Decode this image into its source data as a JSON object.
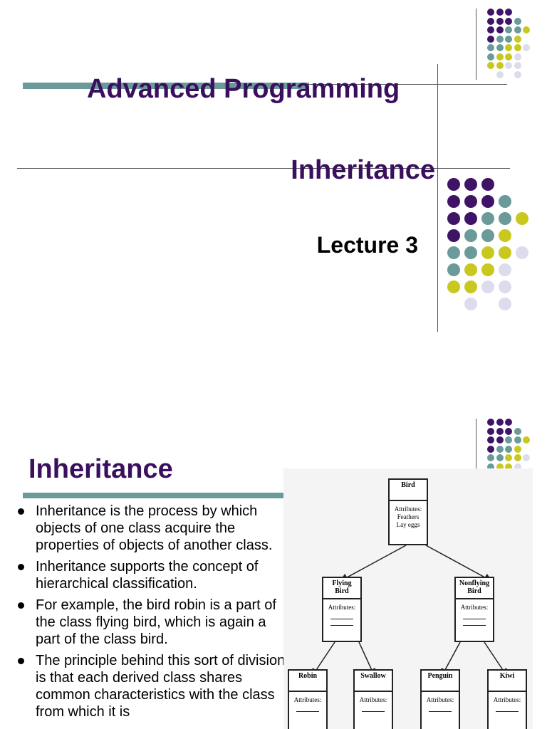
{
  "slide1": {
    "title_line1": "Advanced Programming",
    "title_line2": "Inheritance",
    "subtitle": "Lecture 3"
  },
  "slide2": {
    "title": "Inheritance",
    "bullets": [
      "Inheritance is the process by which objects of one class acquire the properties of objects of another class.",
      "Inheritance supports the concept of hierarchical classification.",
      "For example, the bird robin is a part of the class flying bird, which is again a part of the class bird.",
      "The principle behind this sort of division is that each derived class shares common characteristics with the class from which it is"
    ],
    "diagram": {
      "root": {
        "name": "Bird",
        "attr_label": "Attributes:",
        "attr_values": [
          "Feathers",
          "Lay eggs"
        ]
      },
      "level2": [
        {
          "name": "Flying\nBird",
          "attr_label": "Attributes:"
        },
        {
          "name": "Nonflying\nBird",
          "attr_label": "Attributes:"
        }
      ],
      "level3": [
        {
          "name": "Robin",
          "attr_label": "Attributes:"
        },
        {
          "name": "Swallow",
          "attr_label": "Attributes:"
        },
        {
          "name": "Penguin",
          "attr_label": "Attributes:"
        },
        {
          "name": "Kiwi",
          "attr_label": "Attributes:"
        }
      ]
    }
  },
  "colors": {
    "title_purple": "#3a0f5e",
    "dot_purple": "#3f1466",
    "dot_teal": "#6a9a9a",
    "dot_yellow": "#c8c81e",
    "dot_lavender": "#dcdcec"
  }
}
